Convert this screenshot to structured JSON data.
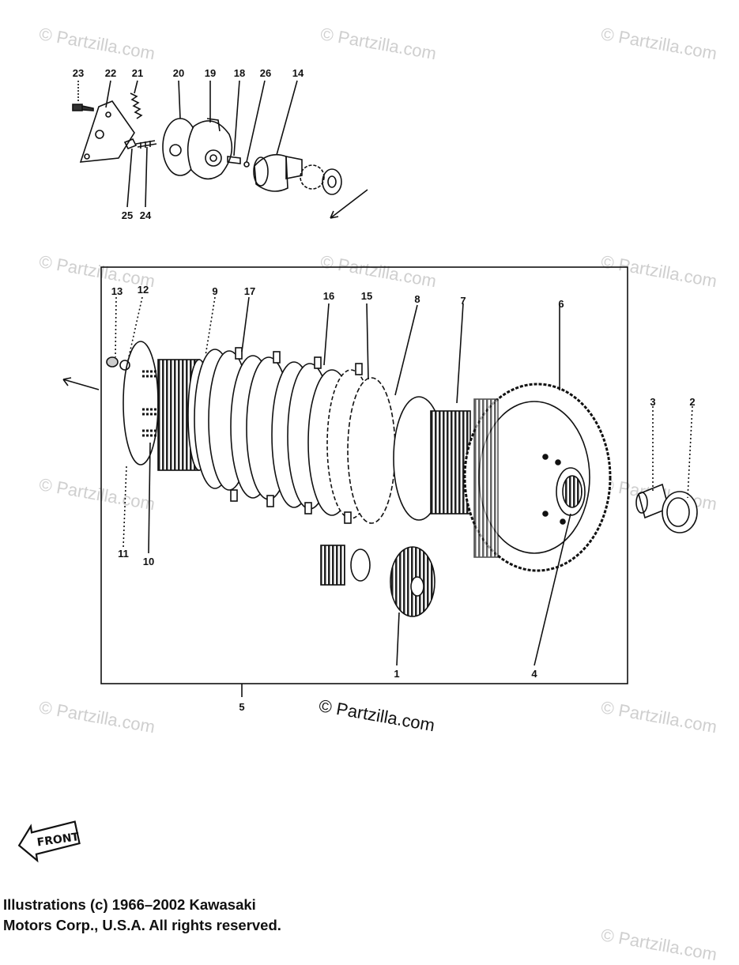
{
  "callouts": {
    "c1": "1",
    "c2": "2",
    "c3": "3",
    "c4": "4",
    "c5": "5",
    "c6": "6",
    "c7": "7",
    "c8": "8",
    "c9": "9",
    "c10": "10",
    "c11": "11",
    "c12": "12",
    "c13": "13",
    "c14": "14",
    "c15": "15",
    "c16": "16",
    "c17": "17",
    "c18": "18",
    "c19": "19",
    "c20": "20",
    "c21": "21",
    "c22": "22",
    "c23": "23",
    "c24": "24",
    "c25": "25",
    "c26": "26"
  },
  "front_label": "FRONT",
  "watermark": "© Partzilla.com",
  "copyright": {
    "line1": "Illustrations (c) 1966–2002 Kawasaki",
    "line2": "Motors Corp., U.S.A.  All rights reserved."
  },
  "colors": {
    "ink": "#111111",
    "watermark": "#cfcfcf",
    "background": "#ffffff"
  }
}
